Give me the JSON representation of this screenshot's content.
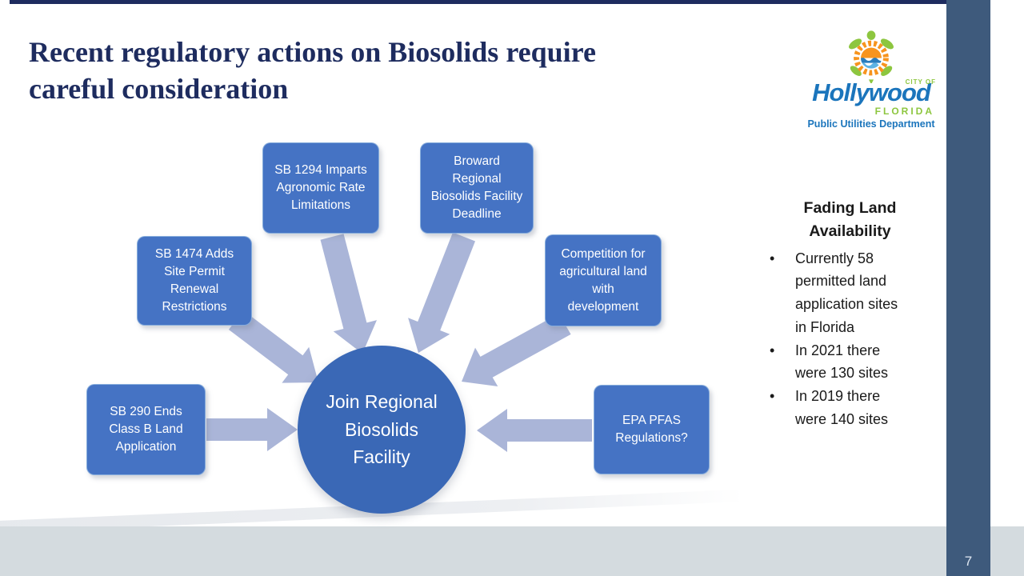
{
  "slide": {
    "title": "Recent regulatory actions on Biosolids require careful consideration",
    "page_number": "7"
  },
  "logo": {
    "city_of": "CITY OF",
    "name": "Hollywood",
    "state": "FLORIDA",
    "department": "Public Utilities Department",
    "icon": "turtle-sun-waves-icon"
  },
  "diagram": {
    "center_label": "Join Regional Biosolids Facility",
    "boxes": [
      {
        "label": "SB 1294 Imparts Agronomic Rate Limitations"
      },
      {
        "label": "Broward Regional Biosolids Facility Deadline"
      },
      {
        "label": "SB 1474 Adds Site Permit Renewal Restrictions"
      },
      {
        "label": "Competition for agricultural land with development"
      },
      {
        "label": "SB 290 Ends Class B Land Application"
      },
      {
        "label": "EPA PFAS Regulations?"
      }
    ]
  },
  "sidebar": {
    "heading": "Fading Land Availability",
    "bullet_glyph": "•",
    "bullets": [
      "Currently 58 permitted land application sites in Florida",
      "In 2021 there were 130 sites",
      "In 2019 there were 140 sites"
    ]
  },
  "css_vars": {
    "--title-navy": "#1e2c5f",
    "--box-fill": "#4573c4",
    "--circle-fill": "#3a68b6",
    "--arrow-fill": "#aab5d8",
    "--slate-bar": "#3e5a7c",
    "--band": "#d4dbdf",
    "--logo-blue": "#1b75bc",
    "--logo-green": "#8dc63f",
    "--sun-orange": "#f7941e",
    "--wave-blue": "#2a7dbd"
  }
}
